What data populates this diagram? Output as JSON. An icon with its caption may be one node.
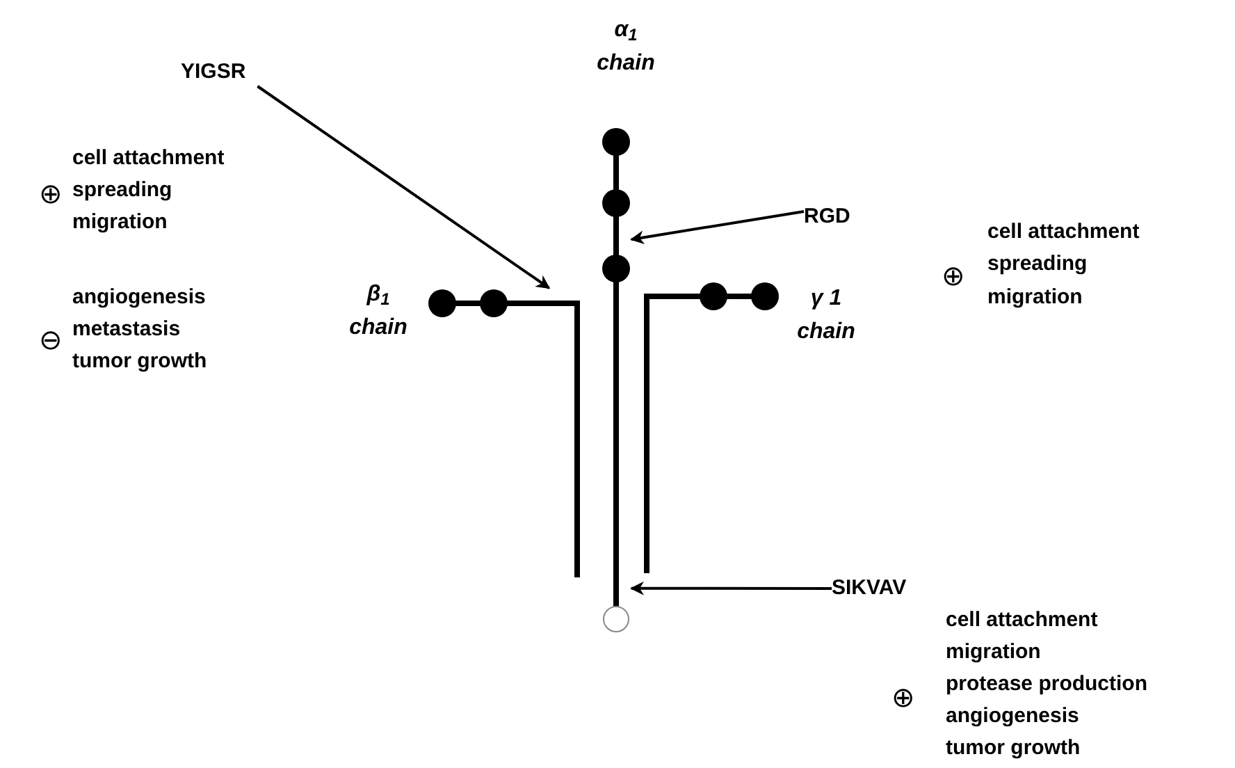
{
  "diagram": {
    "nodes": [
      {
        "text": [
          "YIGSR"
        ]
      },
      {
        "text": [
          "RGD"
        ]
      },
      {
        "text": [
          "SIKVAV"
        ]
      },
      {
        "text": [],
        "shape": "bar",
        "beside": [
          "β$_{1}$ chain"
        ]
      },
      {
        "text": [],
        "shape": "bar",
        "beside": [
          "α$_{1}$ chain"
        ]
      },
      {
        "text": [],
        "shape": "bar",
        "beside": [
          "γ 1 chain"
        ]
      }
    ],
    "edges": [
      {
        "from": 0,
        "to": 3,
        "arrow": "to"
      },
      {
        "from": 1,
        "to": 4,
        "arrow": "to"
      },
      {
        "from": 2,
        "to": 4,
        "arrow": "to"
      }
    ],
    "labels": [
      "⊕",
      "cell attachment",
      "spreading",
      "migration",
      "⊖",
      "angiogenesis",
      "metastasis",
      "tumor growth",
      "⊕",
      "cell attachment",
      "spreading",
      "migration",
      "cell attachment",
      "migration",
      "⊕",
      "protease production",
      "angiogenesis",
      "tumor growth"
    ]
  }
}
